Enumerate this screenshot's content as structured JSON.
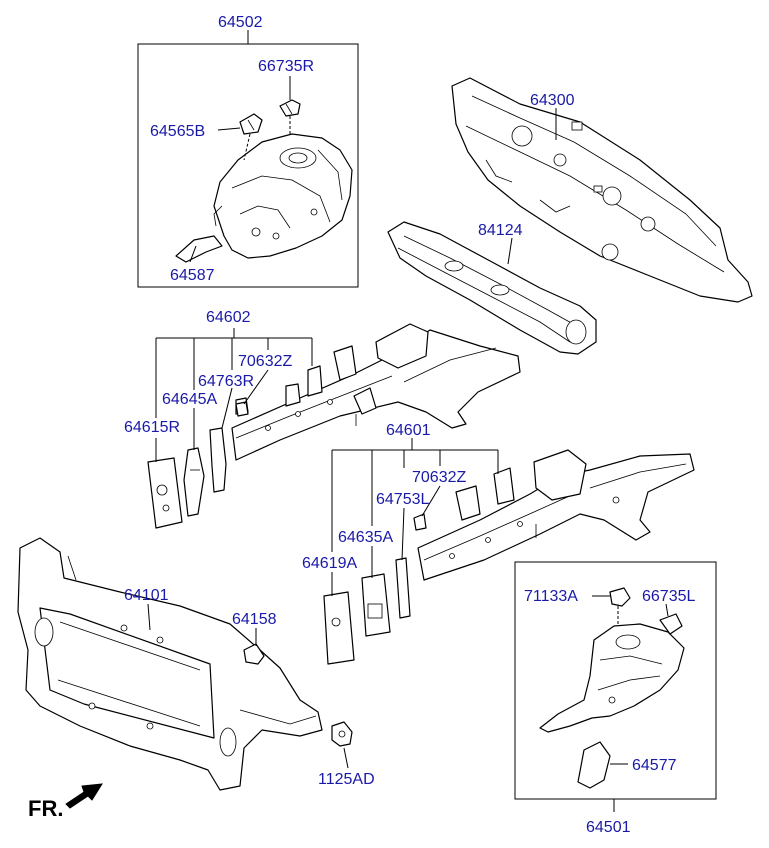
{
  "labels": {
    "p64502": "64502",
    "p66735R": "66735R",
    "p64565B": "64565B",
    "p64587": "64587",
    "p64300": "64300",
    "p84124": "84124",
    "p64602": "64602",
    "p70632Z_top": "70632Z",
    "p64763R": "64763R",
    "p64645A": "64645A",
    "p64615R": "64615R",
    "p64601": "64601",
    "p70632Z_bottom": "70632Z",
    "p64753L": "64753L",
    "p64635A": "64635A",
    "p64619A": "64619A",
    "p64101": "64101",
    "p64158": "64158",
    "p1125AD": "1125AD",
    "p71133A": "71133A",
    "p66735L": "66735L",
    "p64577": "64577",
    "p64501": "64501",
    "front_marker": "FR."
  },
  "icons": {
    "front_arrow": "arrow-icon"
  },
  "colors": {
    "label": "#1a1aa8",
    "line": "#000000"
  }
}
